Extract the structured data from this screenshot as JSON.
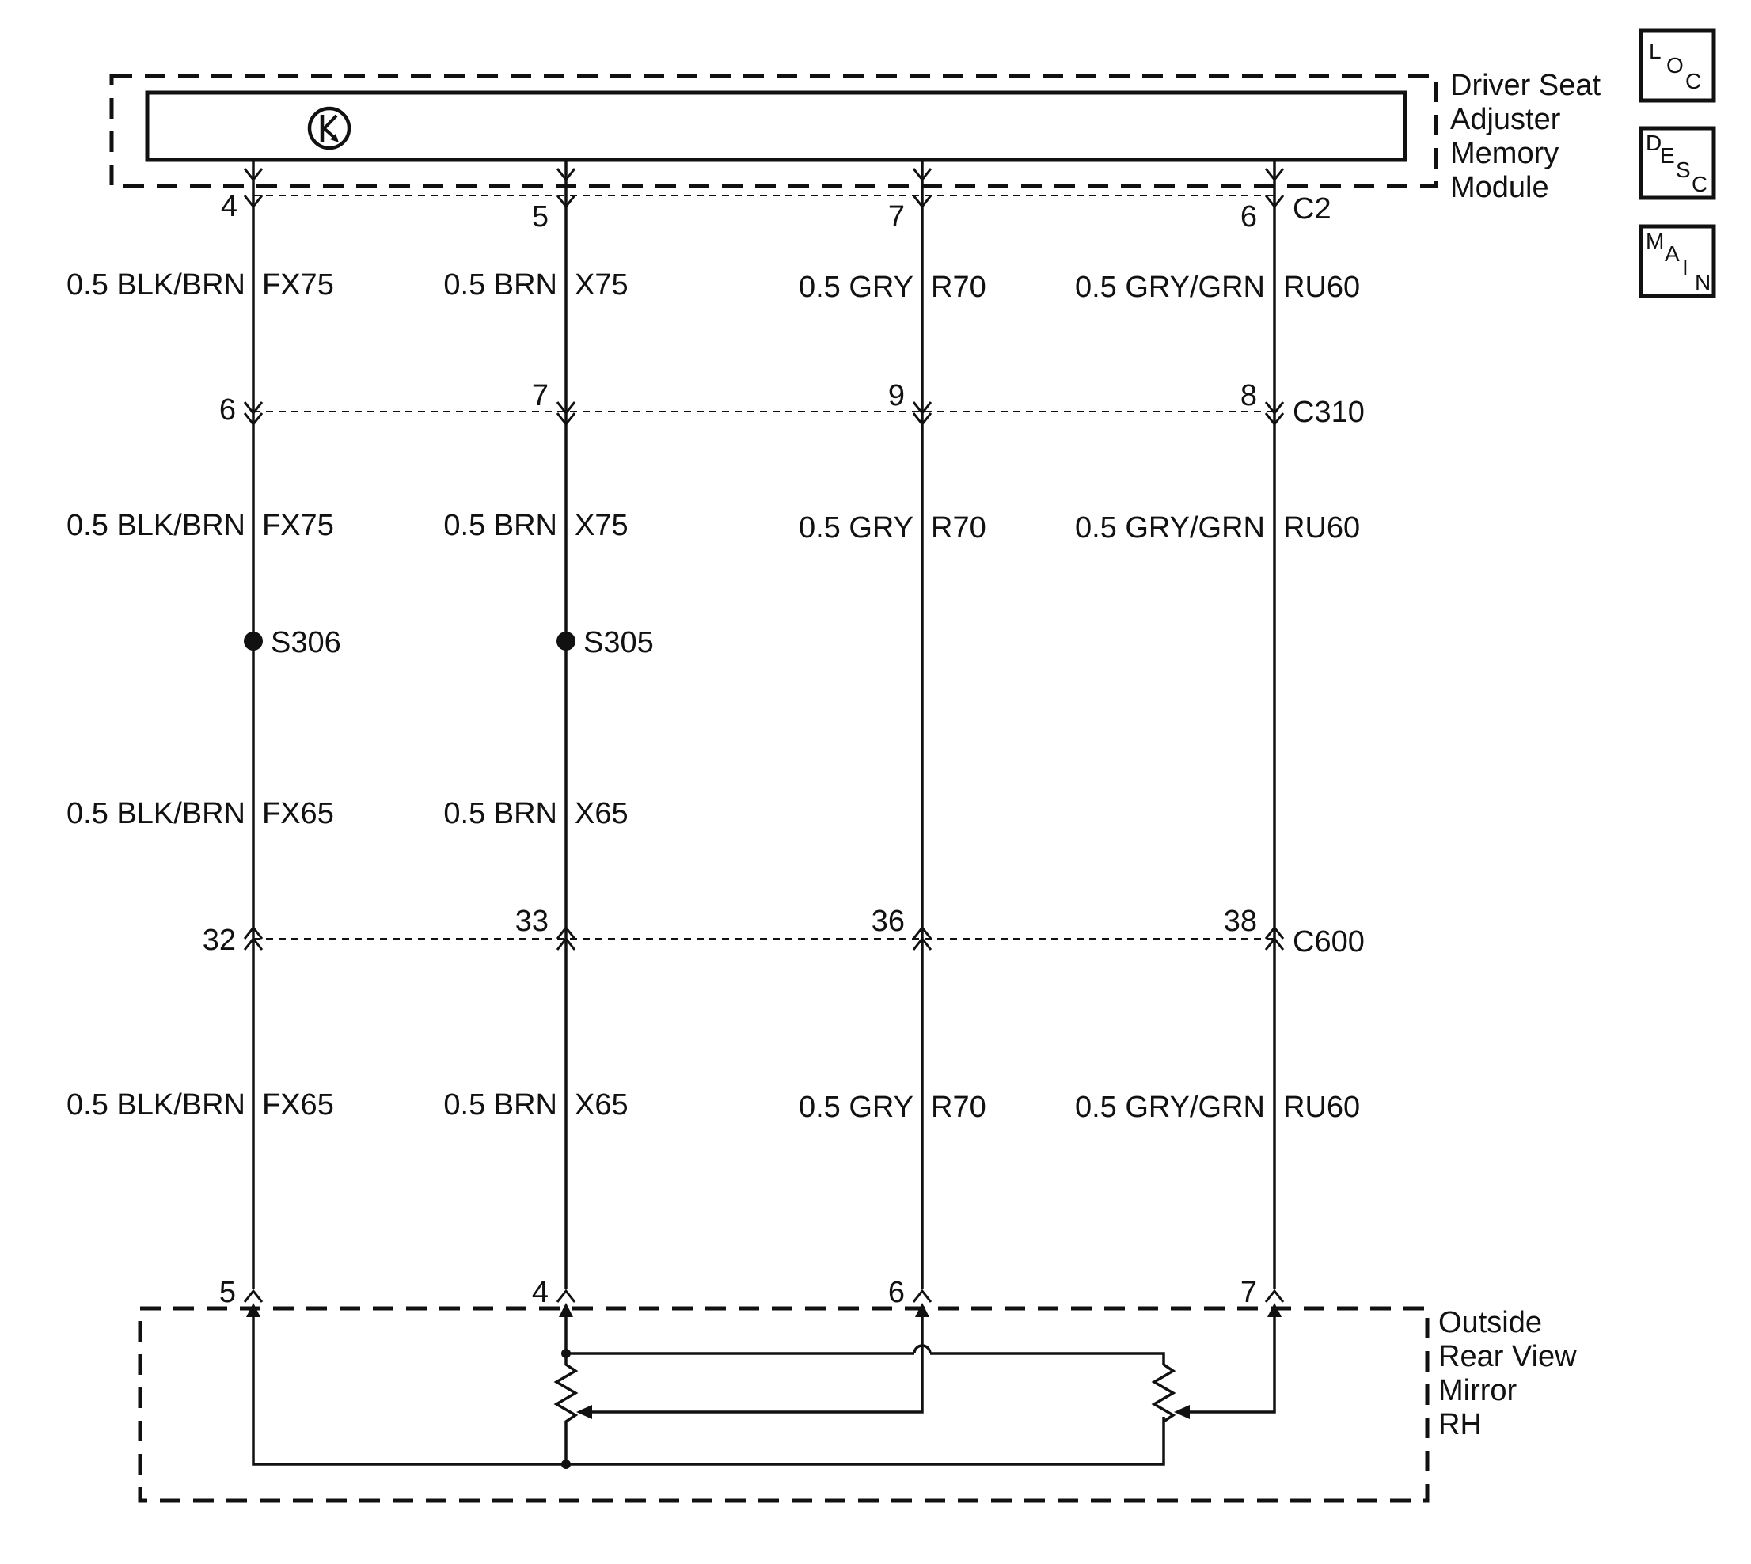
{
  "module": {
    "name_lines": [
      "Driver Seat",
      "Adjuster",
      "Memory",
      "Module"
    ],
    "connector": "C2",
    "pins": [
      "4",
      "5",
      "7",
      "6"
    ]
  },
  "connectors": {
    "c310": {
      "name": "C310",
      "pins": [
        "6",
        "7",
        "9",
        "8"
      ]
    },
    "c600": {
      "name": "C600",
      "pins": [
        "32",
        "33",
        "36",
        "38"
      ]
    }
  },
  "wires": {
    "seg1": [
      {
        "size_color": "0.5 BLK/BRN",
        "circuit": "FX75"
      },
      {
        "size_color": "0.5 BRN",
        "circuit": "X75"
      },
      {
        "size_color": "0.5 GRY",
        "circuit": "R70"
      },
      {
        "size_color": "0.5 GRY/GRN",
        "circuit": "RU60"
      }
    ],
    "seg2": [
      {
        "size_color": "0.5 BLK/BRN",
        "circuit": "FX75"
      },
      {
        "size_color": "0.5 BRN",
        "circuit": "X75"
      },
      {
        "size_color": "0.5 GRY",
        "circuit": "R70"
      },
      {
        "size_color": "0.5 GRY/GRN",
        "circuit": "RU60"
      }
    ],
    "seg3": [
      {
        "size_color": "0.5 BLK/BRN",
        "circuit": "FX65"
      },
      {
        "size_color": "0.5 BRN",
        "circuit": "X65"
      }
    ],
    "seg4": [
      {
        "size_color": "0.5 BLK/BRN",
        "circuit": "FX65"
      },
      {
        "size_color": "0.5 BRN",
        "circuit": "X65"
      },
      {
        "size_color": "0.5 GRY",
        "circuit": "R70"
      },
      {
        "size_color": "0.5 GRY/GRN",
        "circuit": "RU60"
      }
    ]
  },
  "splices": [
    "S306",
    "S305"
  ],
  "mirror": {
    "name_lines": [
      "Outside",
      "Rear View",
      "Mirror",
      "RH"
    ],
    "pins": [
      "5",
      "4",
      "6",
      "7"
    ]
  },
  "nav": {
    "loc": [
      "L",
      "O",
      "C"
    ],
    "desc": [
      "D",
      "E",
      "S",
      "C"
    ],
    "main": [
      "M",
      "A",
      "I",
      "N"
    ]
  }
}
